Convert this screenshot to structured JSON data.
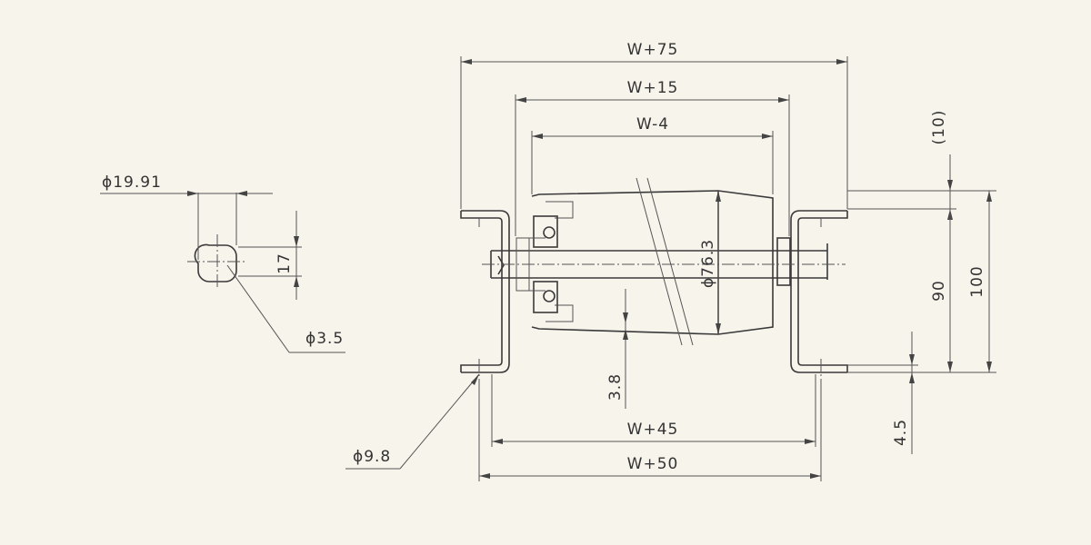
{
  "dimensions": {
    "overall_width": "W+75",
    "tube_width": "W+15",
    "bearing_span": "W-4",
    "bracket_inner": "W+45",
    "bracket_outer": "W+50",
    "roller_diameter": "ϕ76.3",
    "shaft_diameter": "ϕ19.91",
    "pin_hole": "ϕ3.5",
    "flat_width": "17",
    "mount_hole": "ϕ9.8",
    "offset": "3.8",
    "bracket_thickness": "4.5",
    "height_inner": "90",
    "height_outer": "100",
    "clearance": "(10)"
  },
  "colors": {
    "background": "#f7f4ec",
    "line": "#3a3a3a"
  }
}
